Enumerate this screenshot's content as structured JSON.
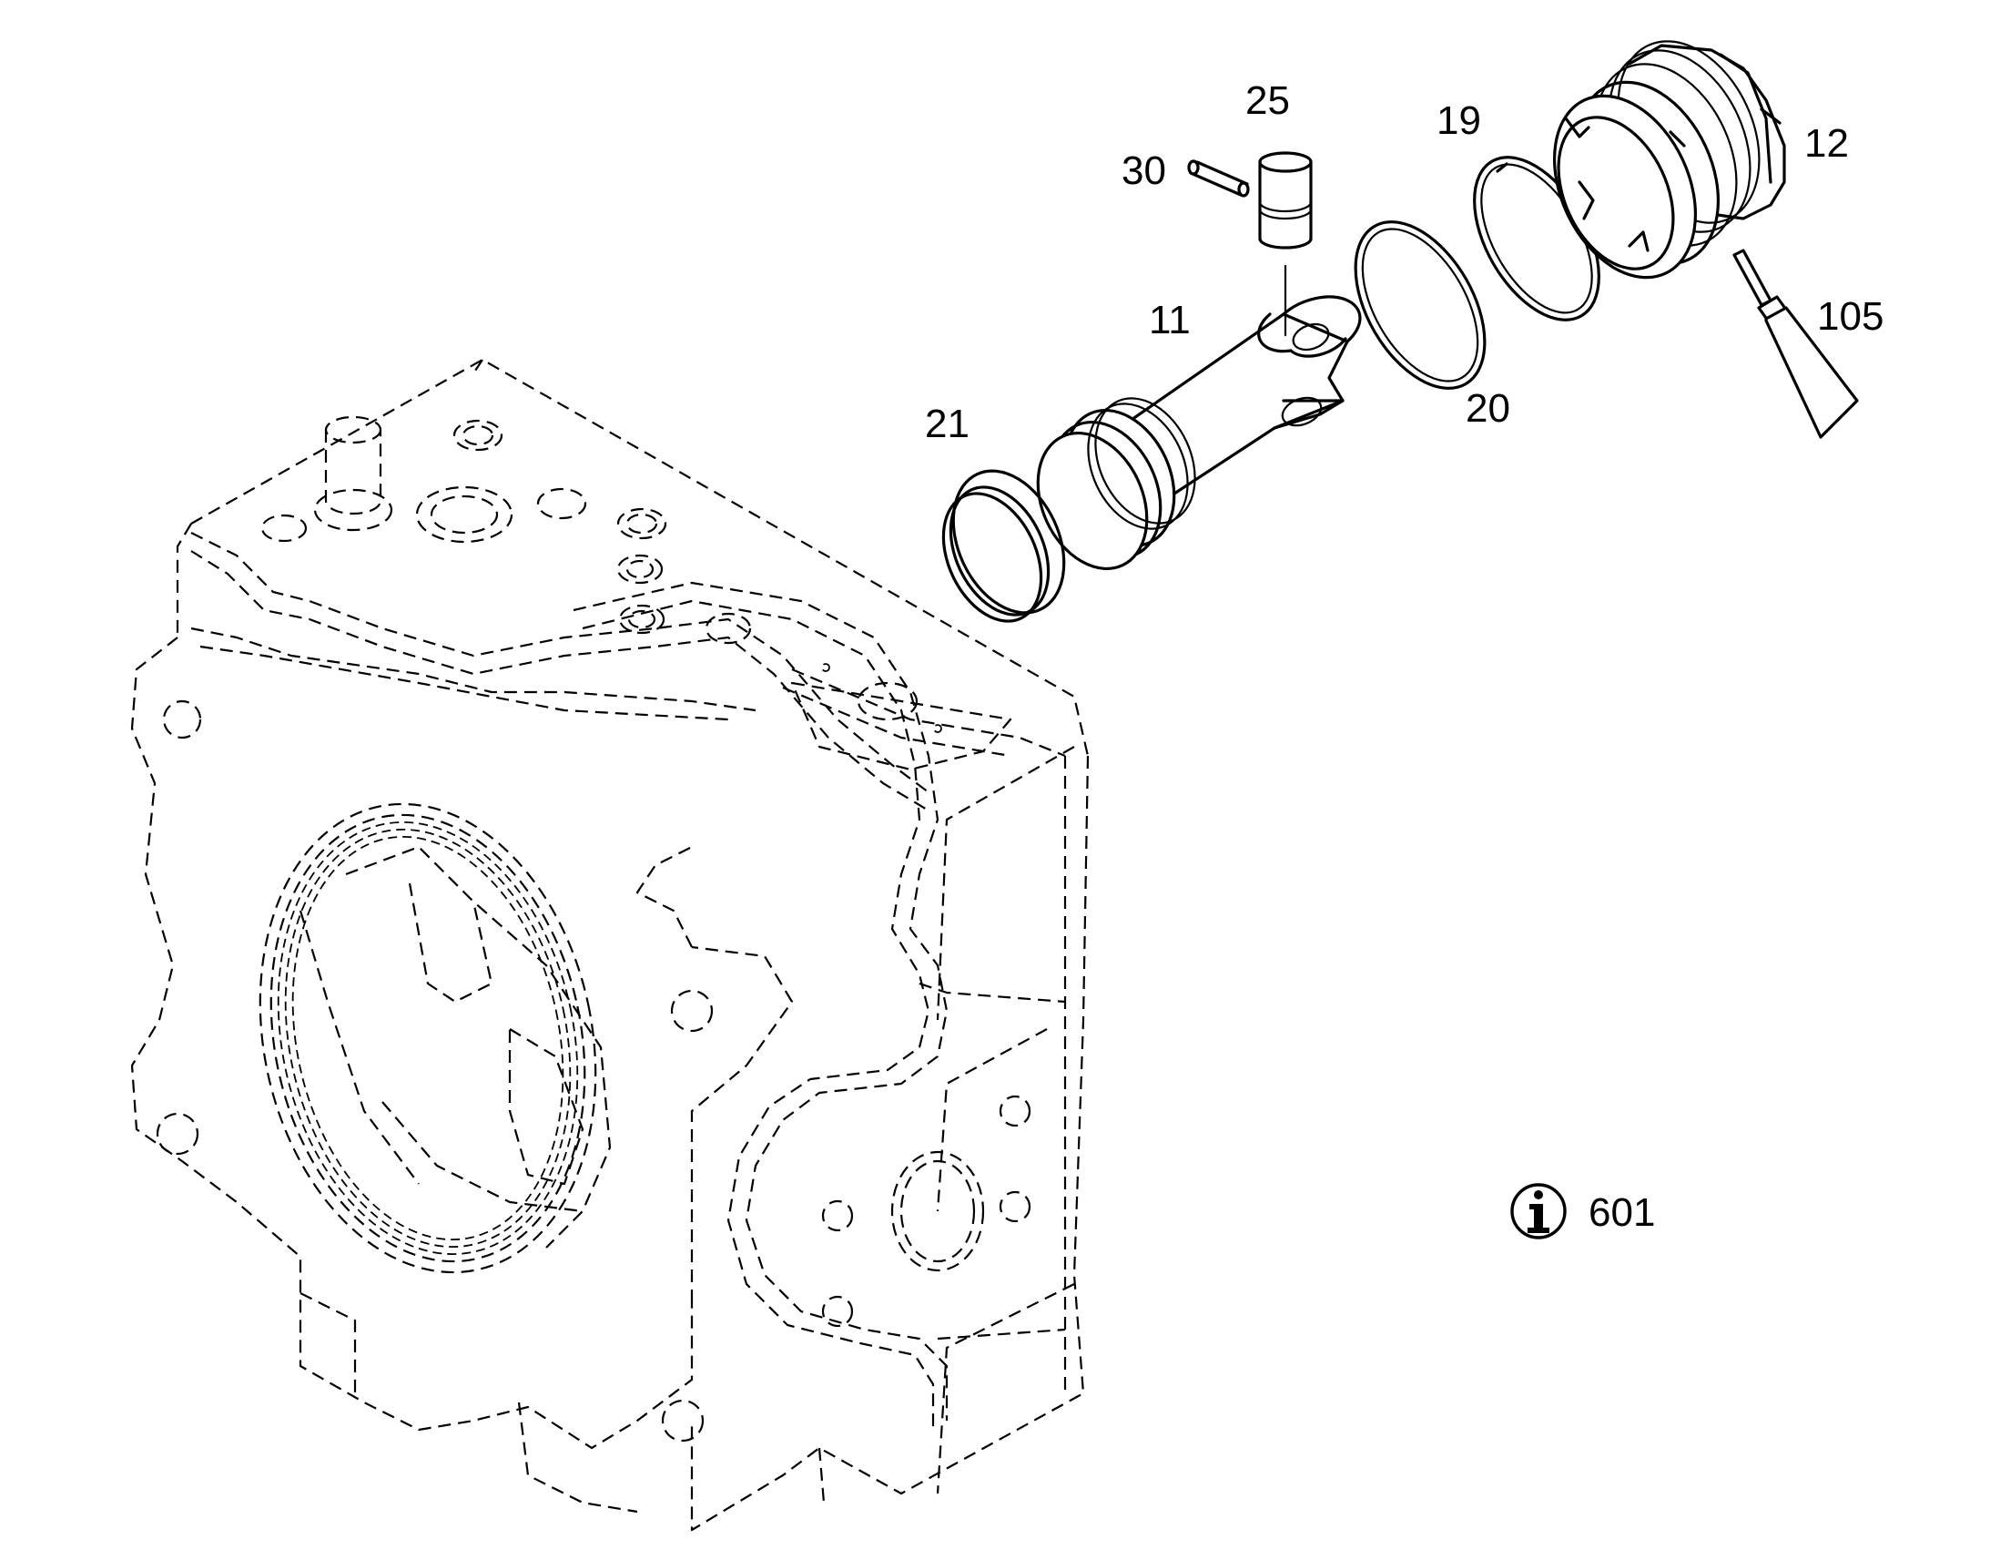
{
  "callouts": {
    "p11": "11",
    "p12": "12",
    "p19": "19",
    "p20": "20",
    "p21": "21",
    "p25": "25",
    "p30": "30",
    "p105": "105"
  },
  "info": {
    "icon": "info-circle-icon",
    "reference": "601"
  },
  "colors": {
    "line": "#000000",
    "background": "#ffffff"
  }
}
